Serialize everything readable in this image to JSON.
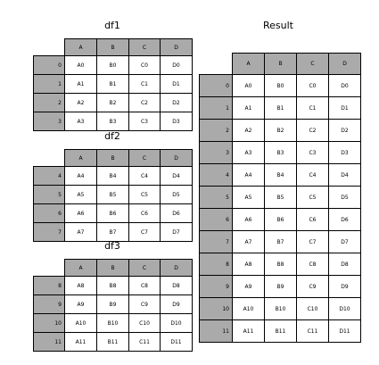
{
  "columns": [
    "A",
    "B",
    "C",
    "D"
  ],
  "df1": {
    "title": "df1",
    "rows": [
      {
        "index": "0",
        "cells": [
          "A0",
          "B0",
          "C0",
          "D0"
        ]
      },
      {
        "index": "1",
        "cells": [
          "A1",
          "B1",
          "C1",
          "D1"
        ]
      },
      {
        "index": "2",
        "cells": [
          "A2",
          "B2",
          "C2",
          "D2"
        ]
      },
      {
        "index": "3",
        "cells": [
          "A3",
          "B3",
          "C3",
          "D3"
        ]
      }
    ]
  },
  "df2": {
    "title": "df2",
    "rows": [
      {
        "index": "4",
        "cells": [
          "A4",
          "B4",
          "C4",
          "D4"
        ]
      },
      {
        "index": "5",
        "cells": [
          "A5",
          "B5",
          "C5",
          "D5"
        ]
      },
      {
        "index": "6",
        "cells": [
          "A6",
          "B6",
          "C6",
          "D6"
        ]
      },
      {
        "index": "7",
        "cells": [
          "A7",
          "B7",
          "C7",
          "D7"
        ]
      }
    ]
  },
  "df3": {
    "title": "df3",
    "rows": [
      {
        "index": "8",
        "cells": [
          "A8",
          "B8",
          "C8",
          "D8"
        ]
      },
      {
        "index": "9",
        "cells": [
          "A9",
          "B9",
          "C9",
          "D9"
        ]
      },
      {
        "index": "10",
        "cells": [
          "A10",
          "B10",
          "C10",
          "D10"
        ]
      },
      {
        "index": "11",
        "cells": [
          "A11",
          "B11",
          "C11",
          "D11"
        ]
      }
    ]
  },
  "result": {
    "title": "Result",
    "rows": [
      {
        "index": "0",
        "cells": [
          "A0",
          "B0",
          "C0",
          "D0"
        ]
      },
      {
        "index": "1",
        "cells": [
          "A1",
          "B1",
          "C1",
          "D1"
        ]
      },
      {
        "index": "2",
        "cells": [
          "A2",
          "B2",
          "C2",
          "D2"
        ]
      },
      {
        "index": "3",
        "cells": [
          "A3",
          "B3",
          "C3",
          "D3"
        ]
      },
      {
        "index": "4",
        "cells": [
          "A4",
          "B4",
          "C4",
          "D4"
        ]
      },
      {
        "index": "5",
        "cells": [
          "A5",
          "B5",
          "C5",
          "D5"
        ]
      },
      {
        "index": "6",
        "cells": [
          "A6",
          "B6",
          "C6",
          "D6"
        ]
      },
      {
        "index": "7",
        "cells": [
          "A7",
          "B7",
          "C7",
          "D7"
        ]
      },
      {
        "index": "8",
        "cells": [
          "A8",
          "B8",
          "C8",
          "D8"
        ]
      },
      {
        "index": "9",
        "cells": [
          "A9",
          "B9",
          "C9",
          "D9"
        ]
      },
      {
        "index": "10",
        "cells": [
          "A10",
          "B10",
          "C10",
          "D10"
        ]
      },
      {
        "index": "11",
        "cells": [
          "A11",
          "B11",
          "C11",
          "D11"
        ]
      }
    ]
  },
  "colors": {
    "header_fill": "#aaaaaa",
    "cell_fill": "#ffffff",
    "border": "#000000"
  }
}
